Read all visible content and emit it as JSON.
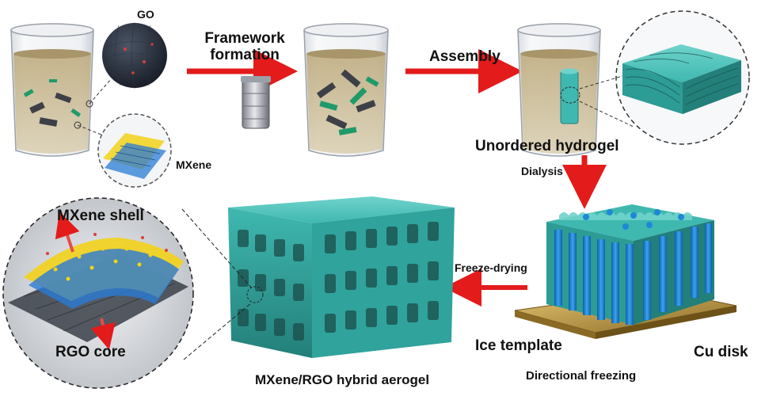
{
  "labels": {
    "go": "GO",
    "mxene": "MXene",
    "framework_line1": "Framework",
    "framework_line2": "formation",
    "assembly": "Assembly",
    "unordered_hydrogel": "Unordered hydrogel",
    "dialysis": "Dialysis",
    "freeze_drying": "Freeze-drying",
    "mxene_shell": "MXene shell",
    "rgo_core": "RGO core",
    "hybrid_aerogel": "MXene/RGO hybrid aerogel",
    "ice_template": "Ice template",
    "cu_disk": "Cu disk",
    "directional_freezing": "Directional freezing"
  },
  "colors": {
    "arrow_red": "#e31b1b",
    "teal": "#3fb8b0",
    "teal_dark": "#1f7f7a",
    "ice_blue": "#1e88d8",
    "copper": "#c8a14a",
    "liquid": "#c9b58a",
    "mxene_yellow": "#f2d21b",
    "mxene_blue": "#2a7bd6",
    "graphene_gray": "#3a3f48"
  },
  "icons": [
    "beaker",
    "autoclave",
    "go-sphere",
    "mxene-lattice",
    "hydrogel-block",
    "aerogel-block",
    "ice-template-block",
    "zoom-circle"
  ]
}
